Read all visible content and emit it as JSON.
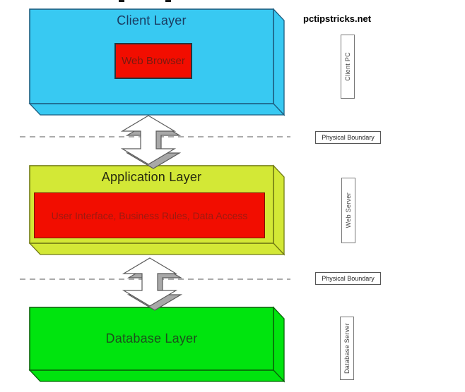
{
  "watermark": "pctipstricks.net",
  "layers": [
    {
      "title": "Client Layer",
      "inner_box": "Web Browser",
      "side_tab": "Client PC",
      "fill": "#38c9f2"
    },
    {
      "title": "Application Layer",
      "inner_box": "User Interface, Business Rules, Data Access",
      "side_tab": "Web Server",
      "fill": "#d3e836"
    },
    {
      "title": "Database Layer",
      "side_tab": "Database Server",
      "fill": "#00e40e"
    }
  ],
  "boundaries": [
    {
      "label": "Physical Boundary"
    },
    {
      "label": "Physical Boundary"
    }
  ],
  "colors": {
    "client_layer_fill": "#38c9f2",
    "application_layer_fill": "#d3e836",
    "database_layer_fill": "#00e40e",
    "inner_box_fill": "#f20d00",
    "arrow_face": "#ffffff",
    "arrow_shadow": "#a8a8a8",
    "dashed_line": "#8f8f8f"
  }
}
